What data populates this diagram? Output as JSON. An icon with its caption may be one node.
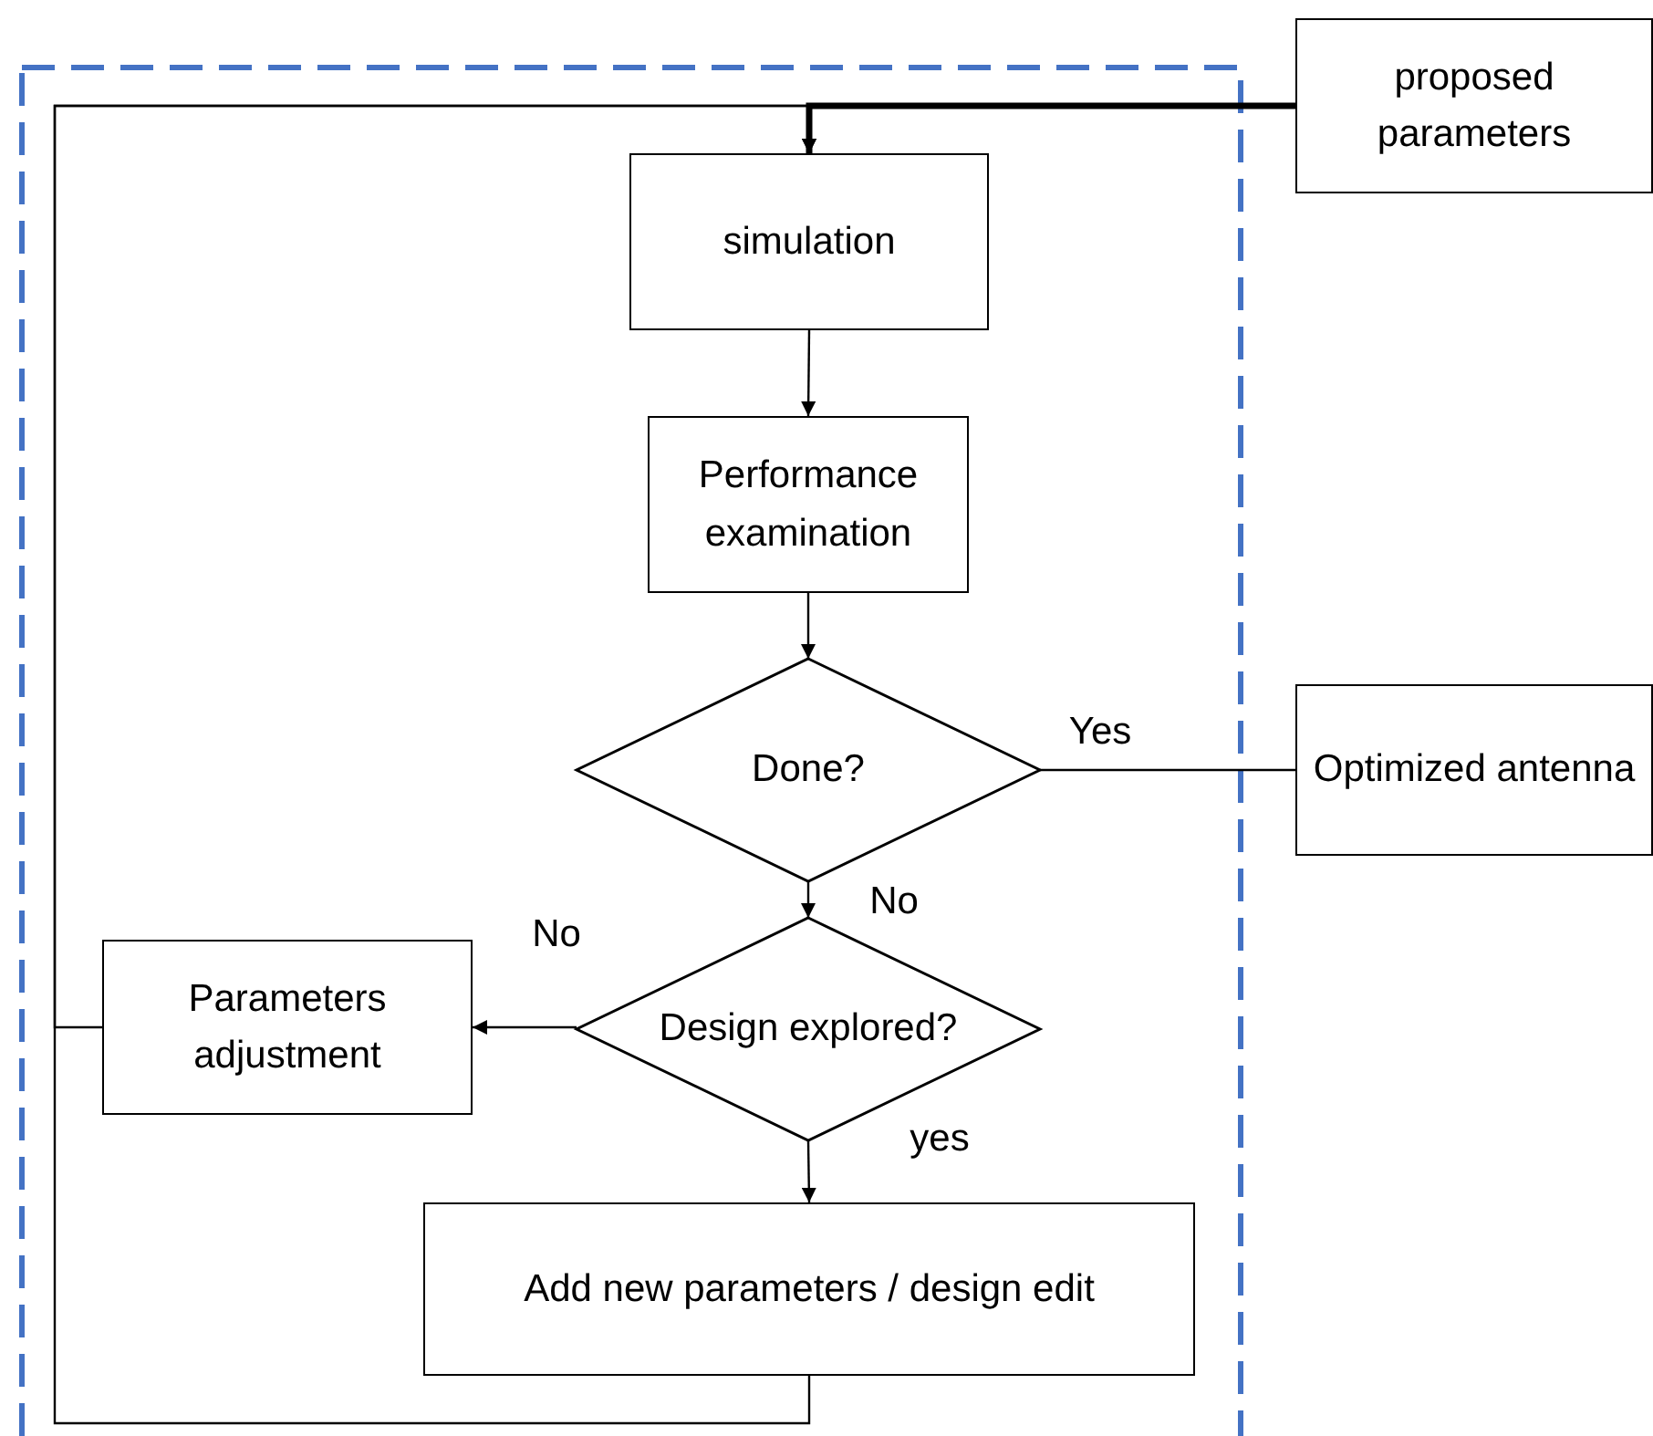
{
  "diagram": {
    "nodes": [
      {
        "text": [
          "proposed parameters"
        ]
      },
      {
        "text": [
          "simulation"
        ]
      },
      {
        "text": [
          "Performance examination"
        ]
      },
      {
        "text": [
          "Done?"
        ]
      },
      {
        "text": [
          "Optimized antenna"
        ]
      },
      {
        "text": [
          "Design explored?"
        ]
      },
      {
        "text": [
          "Parameters adjustment"
        ]
      },
      {
        "text": [
          "Add new parameters / design edit"
        ]
      }
    ],
    "edges": [
      {
        "from": 0,
        "to": 1,
        "arrow": "to",
        "style": "thick"
      },
      {
        "from": 1,
        "to": 2,
        "arrow": "to"
      },
      {
        "from": 2,
        "to": 3,
        "arrow": "to"
      },
      {
        "from": 3,
        "to": 4,
        "arrow": "none",
        "label": "Yes"
      },
      {
        "from": 3,
        "to": 5,
        "arrow": "to",
        "label": "No"
      },
      {
        "from": 5,
        "to": 6,
        "arrow": "to",
        "label": "No"
      },
      {
        "from": 5,
        "to": 7,
        "arrow": "to",
        "label": "yes"
      },
      {
        "from": 6,
        "to": 1,
        "arrow": "to"
      },
      {
        "from": 7,
        "to": 1,
        "arrow": "to"
      }
    ]
  }
}
